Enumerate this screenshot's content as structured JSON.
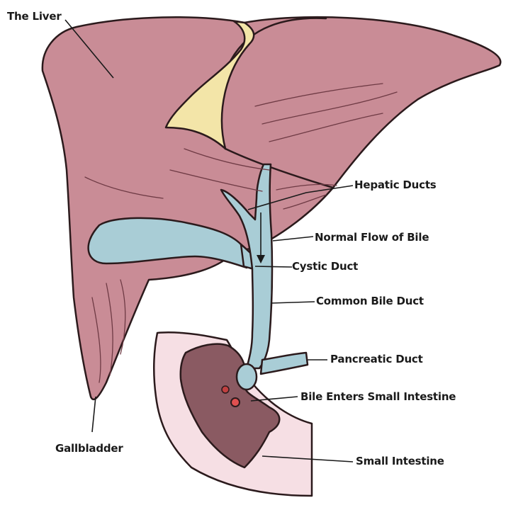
{
  "labels": {
    "liver": "The Liver",
    "hepatic_ducts": "Hepatic Ducts",
    "normal_flow": "Normal Flow of Bile",
    "cystic_duct": "Cystic Duct",
    "common_bile_duct": "Common Bile Duct",
    "pancreatic_duct": "Pancreatic Duct",
    "bile_enters": "Bile Enters Small Intestine",
    "gallbladder": "Gallbladder",
    "small_intestine": "Small Intestine"
  },
  "colors": {
    "liver": "#c98c96",
    "ligament": "#f3e5a8",
    "ducts": "#a9cdd6",
    "intestine_wall": "#f6dfe4",
    "intestine_lining": "#8a5a62",
    "outline": "#2b1a1c"
  }
}
